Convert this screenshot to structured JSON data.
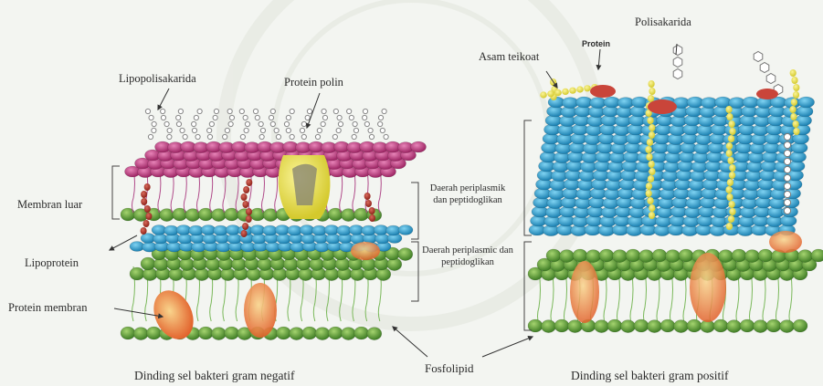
{
  "labels": {
    "lipopolisakarida": "Lipopolisakarida",
    "protein_polin": "Protein polin",
    "membran_luar": "Membran luar",
    "lipoprotein": "Lipoprotein",
    "protein_membran": "Protein membran",
    "daerah_1": "Daerah periplasmik dan peptidoglikan",
    "daerah_2": "Daerah periplasmic dan peptidoglikan",
    "fosfolipid": "Fosfolipid",
    "asam_teikoat": "Asam teikoat",
    "protein": "Protein",
    "polisakarida": "Polisakarida"
  },
  "captions": {
    "negative": "Dinding sel bakteri gram negatif",
    "positive": "Dinding sel bakteri gram positif"
  },
  "colors": {
    "lps_head": "#c0397e",
    "peptidoglycan": "#2f9fd0",
    "phospholipid_head": "#5e9e3a",
    "lipid_tail": "#7ab85a",
    "porin": "#f2e64f",
    "protein": "#e98a35",
    "lipoprotein": "#a83228",
    "teichoic": "#e6e050",
    "background": "#f3f5f1"
  }
}
